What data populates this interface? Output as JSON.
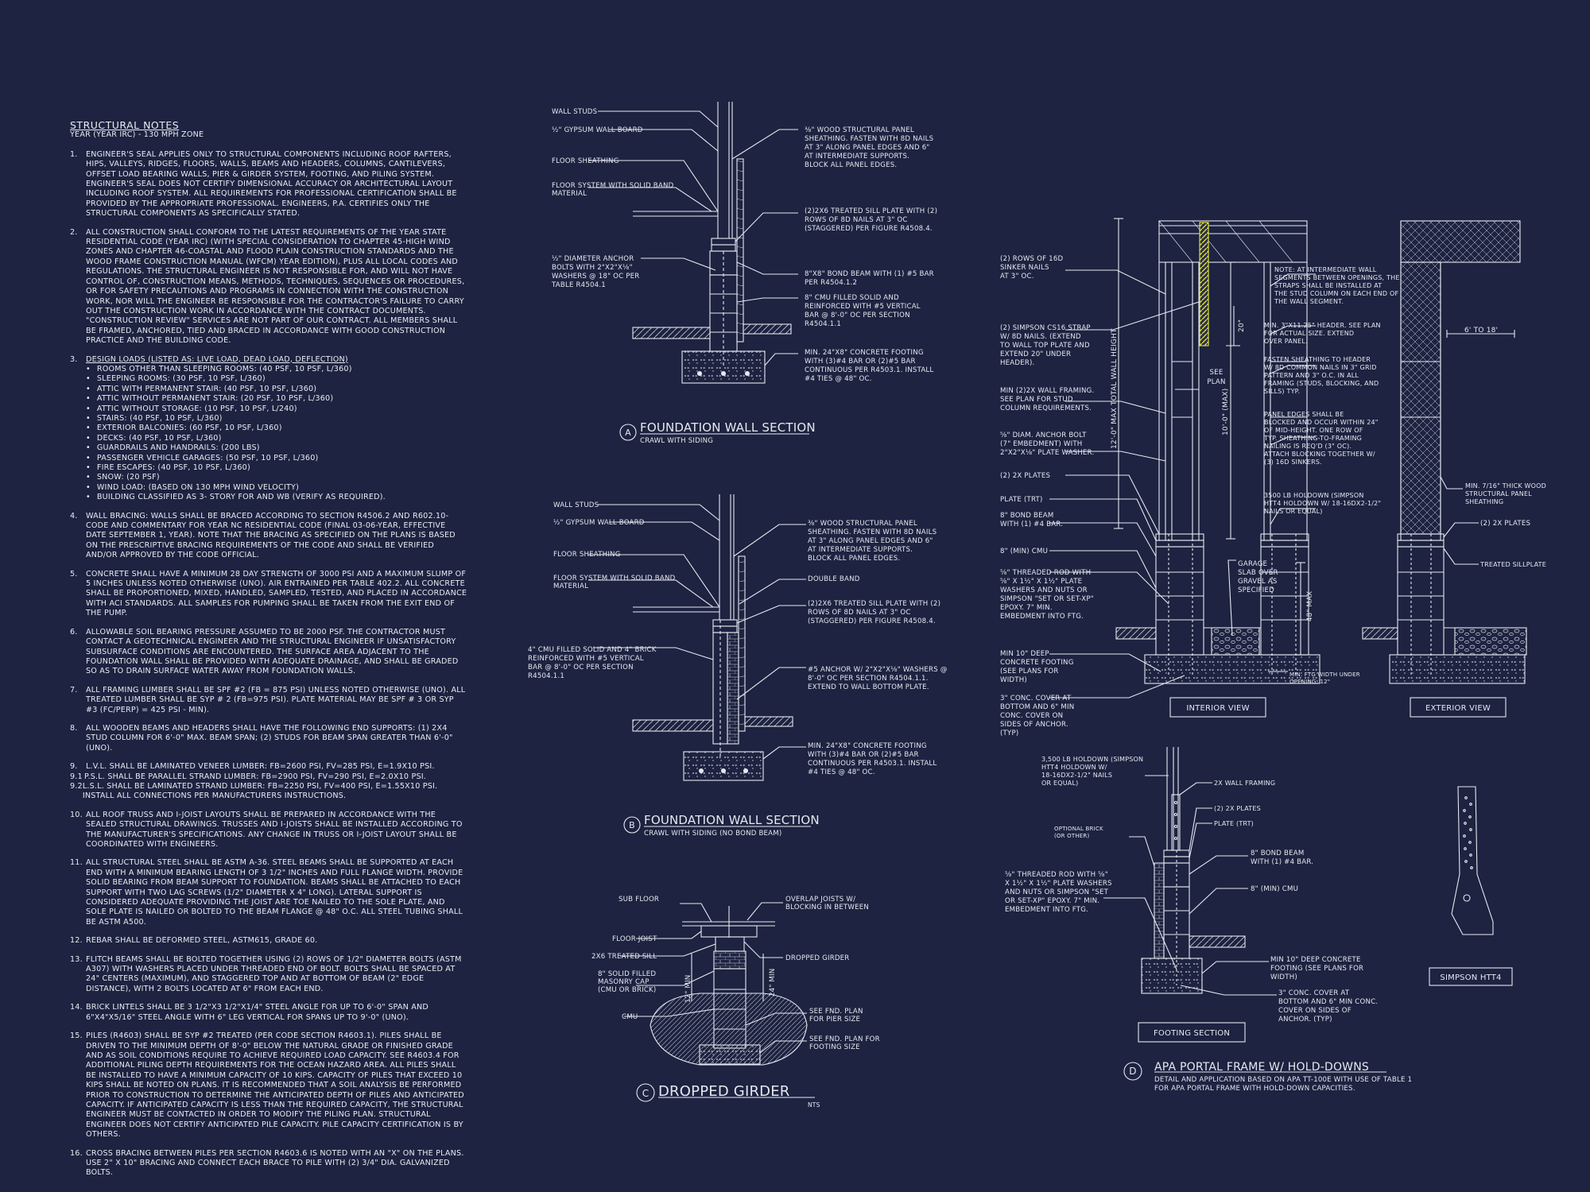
{
  "notes": {
    "title": "STRUCTURAL NOTES",
    "subtitle": "YEAR (YEAR IRC) - 130 mph ZONE",
    "items": [
      {
        "num": "1.",
        "text": "ENGINEER'S SEAL APPLIES ONLY TO STRUCTURAL COMPONENTS INCLUDING ROOF RAFTERS, HIPS, VALLEYS, RIDGES, FLOORS, WALLS, BEAMS AND HEADERS, COLUMNS, CANTILEVERS, OFFSET LOAD BEARING WALLS, PIER & GIRDER SYSTEM, FOOTING, AND PILING SYSTEM. ENGINEER'S SEAL DOES NOT CERTIFY DIMENSIONAL ACCURACY OR ARCHITECTURAL LAYOUT INCLUDING ROOF SYSTEM. ALL REQUIREMENTS FOR PROFESSIONAL CERTIFICATION SHALL BE PROVIDED BY THE APPROPRIATE PROFESSIONAL. ENGINEERS, P.A. CERTIFIES ONLY THE STRUCTURAL COMPONENTS AS SPECIFICALLY STATED."
      },
      {
        "num": "2.",
        "text": "ALL CONSTRUCTION SHALL CONFORM TO THE LATEST REQUIREMENTS OF THE YEAR STATE RESIDENTIAL CODE (YEAR IRC) (WITH SPECIAL CONSIDERATION TO CHAPTER 45-HIGH WIND ZONES AND CHAPTER 46-COASTAL AND FLOOD PLAIN CONSTRUCTION STANDARDS AND THE WOOD FRAME CONSTRUCTION MANUAL (WFCM) YEAR EDITION), PLUS ALL LOCAL CODES AND REGULATIONS. THE STRUCTURAL ENGINEER IS NOT RESPONSIBLE FOR, AND WILL NOT HAVE CONTROL OF, CONSTRUCTION MEANS, METHODS, TECHNIQUES, SEQUENCES OR PROCEDURES, OR FOR SAFETY PRECAUTIONS AND PROGRAMS IN CONNECTION WITH THE CONSTRUCTION WORK, NOR WILL THE ENGINEER BE RESPONSIBLE FOR THE CONTRACTOR'S FAILURE TO CARRY OUT THE CONSTRUCTION WORK IN ACCORDANCE WITH THE CONTRACT DOCUMENTS. \"CONSTRUCTION REVIEW\" SERVICES ARE NOT PART OF OUR CONTRACT. ALL MEMBERS SHALL BE FRAMED, ANCHORED, TIED AND BRACED IN ACCORDANCE WITH GOOD CONSTRUCTION PRACTICE AND THE BUILDING CODE."
      },
      {
        "num": "3.",
        "heading": "DESIGN LOADS (LISTED AS: LIVE LOAD, DEAD LOAD, DEFLECTION)",
        "bullets": [
          "ROOMS OTHER THAN SLEEPING ROOMS: (40 PSF, 10 PSF, L/360)",
          "SLEEPING ROOMS: (30 PSF, 10 PSF, L/360)",
          "ATTIC WITH PERMANENT STAIR: (40 PSF, 10 PSF, L/360)",
          "ATTIC WITHOUT PERMANENT STAIR: (20 PSF, 10 PSF, L/360)",
          "ATTIC WITHOUT STORAGE: (10 PSF, 10 PSF, L/240)",
          "STAIRS: (40 PSF, 10 PSF, L/360)",
          "EXTERIOR BALCONIES: (60 PSF, 10 PSF, L/360)",
          "DECKS: (40 PSF, 10 PSF, L/360)",
          "GUARDRAILS AND HANDRAILS: (200 LBS)",
          "PASSENGER VEHICLE GARAGES: (50 PSF, 10 PSF, L/360)",
          "FIRE ESCAPES: (40 PSF, 10 PSF, L/360)",
          "SNOW: (20 PSF)",
          "WIND LOAD: (BASED ON 130 MPH WIND VELOCITY)",
          "BUILDING CLASSIFIED AS 3- STORY FOR AND WB (VERIFY AS REQUIRED)."
        ]
      },
      {
        "num": "4.",
        "text": "WALL BRACING: WALLS SHALL BE BRACED ACCORDING TO SECTION R4506.2 AND R602.10- CODE AND COMMENTARY FOR YEAR NC RESIDENTIAL CODE (FINAL 03-06-YEAR, EFFECTIVE DATE SEPTEMBER 1, YEAR). NOTE THAT THE BRACING AS SPECIFIED ON THE PLANS IS BASED ON THE PRESCRIPTIVE BRACING REQUIREMENTS OF THE CODE AND SHALL BE VERIFIED AND/OR APPROVED BY THE CODE OFFICIAL."
      },
      {
        "num": "5.",
        "text": "CONCRETE SHALL HAVE A MINIMUM 28 DAY STRENGTH OF 3000 PSI AND A MAXIMUM SLUMP OF 5 INCHES UNLESS NOTED OTHERWISE (UNO). AIR ENTRAINED PER TABLE 402.2. ALL CONCRETE SHALL BE PROPORTIONED, MIXED, HANDLED, SAMPLED, TESTED, AND PLACED IN ACCORDANCE WITH ACI STANDARDS. ALL SAMPLES FOR PUMPING SHALL BE TAKEN FROM THE EXIT END OF THE PUMP."
      },
      {
        "num": "6.",
        "text": "ALLOWABLE SOIL BEARING PRESSURE ASSUMED TO BE 2000 PSF. THE CONTRACTOR MUST CONTACT A GEOTECHNICAL ENGINEER AND THE STRUCTURAL ENGINEER IF UNSATISFACTORY SUBSURFACE CONDITIONS ARE ENCOUNTERED. THE SURFACE AREA ADJACENT TO THE FOUNDATION WALL SHALL BE PROVIDED WITH ADEQUATE DRAINAGE, AND SHALL BE GRADED SO AS TO DRAIN SURFACE WATER AWAY FROM FOUNDATION WALLS."
      },
      {
        "num": "7.",
        "text": "ALL FRAMING LUMBER SHALL BE SPF #2 (Fb = 875 PSI) UNLESS NOTED OTHERWISE (UNO). ALL TREATED LUMBER SHALL BE SYP # 2 (Fb=975 PSI). PLATE MATERIAL MAY BE SPF # 3 OR SYP #3 (Fc/perp) = 425 PSI - MIN)."
      },
      {
        "num": "8.",
        "text": "ALL WOODEN BEAMS AND HEADERS SHALL HAVE THE FOLLOWING END SUPPORTS: (1) 2x4 STUD COLUMN FOR 6'-0\" MAX. BEAM SPAN; (2) STUDS FOR BEAM SPAN GREATER THAN 6'-0\" (UNO)."
      },
      {
        "num": "9.",
        "text": "L.V.L. SHALL BE LAMINATED VENEER LUMBER: Fb=2600 PSI, Fv=285 PSI, E=1.9x10 PSI.",
        "subs": [
          {
            "num": "9.1",
            "text": "P.S.L. SHALL BE PARALLEL STRAND LUMBER: Fb=2900 PSI, Fv=290 PSI, E=2.0x10 PSI."
          },
          {
            "num": "9.2",
            "text": "L.S.L. SHALL BE LAMINATED STRAND LUMBER: Fb=2250 PSI, Fv=400 PSI, E=1.55x10 PSI. INSTALL ALL CONNECTIONS PER MANUFACTURERS INSTRUCTIONS."
          }
        ]
      },
      {
        "num": "10.",
        "text": "ALL ROOF TRUSS AND I-JOIST LAYOUTS SHALL BE PREPARED IN ACCORDANCE WITH THE SEALED STRUCTURAL DRAWINGS. TRUSSES AND I-JOISTS SHALL BE INSTALLED ACCORDING TO THE MANUFACTURER'S SPECIFICATIONS. ANY CHANGE IN TRUSS OR I-JOIST LAYOUT SHALL BE COORDINATED WITH ENGINEERS."
      },
      {
        "num": "11.",
        "text": "ALL STRUCTURAL STEEL SHALL BE ASTM A-36. STEEL BEAMS SHALL BE SUPPORTED AT EACH END WITH A MINIMUM BEARING LENGTH OF 3 1/2\" INCHES AND FULL FLANGE WIDTH. PROVIDE SOLID BEARING FROM BEAM SUPPORT TO FOUNDATION. BEAMS SHALL BE ATTACHED TO EACH SUPPORT WITH TWO LAG SCREWS (1/2\" DIAMETER x 4\" LONG). LATERAL SUPPORT IS CONSIDERED ADEQUATE PROVIDING THE JOIST ARE TOE NAILED TO THE SOLE PLATE, AND SOLE PLATE IS NAILED OR BOLTED TO THE BEAM FLANGE @ 48\" O.C. ALL STEEL TUBING SHALL BE ASTM A500."
      },
      {
        "num": "12.",
        "text": "REBAR SHALL BE DEFORMED STEEL, ASTM615, GRADE 60."
      },
      {
        "num": "13.",
        "text": "FLITCH BEAMS SHALL BE BOLTED TOGETHER USING (2) ROWS OF 1/2\" DIAMETER BOLTS (ASTM A307) WITH WASHERS PLACED UNDER THREADED END OF BOLT. BOLTS SHALL BE SPACED AT 24\" CENTERS (MAXIMUM), AND STAGGERED TOP AND AT BOTTOM OF BEAM (2\" EDGE DISTANCE), WITH 2 BOLTS LOCATED AT 6\" FROM EACH END."
      },
      {
        "num": "14.",
        "text": "BRICK LINTELS SHALL BE 3 1/2\"x3 1/2\"x1/4\" STEEL ANGLE FOR UP TO 6'-0\" SPAN AND 6\"x4\"x5/16\" STEEL ANGLE WITH 6\" LEG VERTICAL FOR SPANS UP TO 9'-0\" (UNO)."
      },
      {
        "num": "15.",
        "text": "PILES (R4603) SHALL BE SYP #2 TREATED (PER CODE SECTION R4603.1). PILES SHALL BE DRIVEN TO THE MINIMUM DEPTH OF 8'-0\" BELOW THE NATURAL GRADE OR FINISHED GRADE AND AS SOIL CONDITIONS REQUIRE TO ACHIEVE REQUIRED LOAD CAPACITY. SEE R4603.4 FOR ADDITIONAL PILING DEPTH REQUIREMENTS FOR THE OCEAN HAZARD AREA. ALL PILES SHALL BE INSTALLED TO HAVE A MINIMUM CAPACITY OF 10 KIPS. CAPACITY OF PILES THAT EXCEED 10 KIPS SHALL BE NOTED ON PLANS. IT IS RECOMMENDED THAT A SOIL ANALYSIS BE PERFORMED PRIOR TO CONSTRUCTION TO DETERMINE THE ANTICIPATED DEPTH OF PILES AND ANTICIPATED CAPACITY. IF ANTICIPATED CAPACITY IS LESS THAN THE REQUIRED CAPACITY, THE STRUCTURAL ENGINEER MUST BE CONTACTED IN ORDER TO MODIFY THE PILING PLAN. STRUCTURAL ENGINEER DOES NOT CERTIFY ANTICIPATED PILE CAPACITY. PILE CAPACITY CERTIFICATION IS BY OTHERS."
      },
      {
        "num": "16.",
        "text": "CROSS BRACING BETWEEN PILES PER SECTION R4603.6 IS NOTED WITH AN \"X\" ON THE PLANS. USE 2\" x 10\" BRACING AND CONNECT EACH BRACE TO PILE WITH (2) 3/4\" DIA. GALVANIZED BOLTS."
      }
    ]
  },
  "detail_a": {
    "marker": "A",
    "title": "FOUNDATION WALL SECTION",
    "subtitle": "CRAWL WITH SIDING",
    "labels": {
      "wall_studs": "WALL STUDS",
      "gypsum": "½\" GYPSUM WALL BOARD",
      "floor_sheathing": "FLOOR SHEATHING",
      "floor_system_1": "FLOOR SYSTEM WITH SOLID BAND",
      "floor_system_2": "MATERIAL",
      "anchor_1": "½\" DIAMETER ANCHOR",
      "anchor_2": "BOLTS WITH 2\"x2\"x⅛\"",
      "anchor_3": "WASHERS @ 18\" OC PER",
      "anchor_4": "TABLE R4504.1",
      "panel_1": "⅜\" WOOD STRUCTURAL PANEL",
      "panel_2": "SHEATHING. FASTEN WITH 8d NAILS",
      "panel_3": "AT 3\" ALONG PANEL EDGES AND 6\"",
      "panel_4": "AT INTERMEDIATE SUPPORTS.",
      "panel_5": "BLOCK ALL PANEL EDGES.",
      "sill_1": "(2)2x6 TREATED SILL PLATE WITH (2)",
      "sill_2": "ROWS OF 8d NAILS AT 3\" OC",
      "sill_3": "(STAGGERED) PER FIGURE R4508.4.",
      "beam_1": "8\"x8\" BOND BEAM WITH (1) #5 BAR",
      "beam_2": "PER R4504.1.2",
      "cmu_1": "8\" CMU FILLED SOLID AND",
      "cmu_2": "REINFORCED WITH #5 VERTICAL",
      "cmu_3": "BAR @ 8'-0\" OC PER SECTION",
      "cmu_4": "R4504.1.1",
      "ftg_1": "MIN. 24\"x8\" CONCRETE FOOTING",
      "ftg_2": "WITH (3)#4 BAR OR (2)#5 BAR",
      "ftg_3": "CONTINUOUS PER R4503.1. INSTALL",
      "ftg_4": "#4 TIES @ 48\" OC."
    }
  },
  "detail_b": {
    "marker": "B",
    "title": "FOUNDATION WALL SECTION",
    "subtitle": "CRAWL WITH SIDING (NO BOND BEAM)",
    "labels": {
      "wall_studs": "WALL STUDS",
      "gypsum": "½\" GYPSUM WALL BOARD",
      "floor_sheathing": "FLOOR SHEATHING",
      "floor_system_1": "FLOOR SYSTEM WITH SOLID BAND",
      "floor_system_2": "MATERIAL",
      "brick_1": "4\" CMU FILLED SOLID AND 4\" BRICK",
      "brick_2": "REINFORCED WITH #5 VERTICAL",
      "brick_3": "BAR @ 8'-0\" OC PER SECTION",
      "brick_4": "R4504.1.1",
      "panel_1": "⅜\" WOOD STRUCTURAL PANEL",
      "panel_2": "SHEATHING. FASTEN WITH 8d NAILS",
      "panel_3": "AT 3\" ALONG PANEL EDGES AND 6\"",
      "panel_4": "AT INTERMEDIATE SUPPORTS.",
      "panel_5": "BLOCK ALL PANEL EDGES.",
      "double_band": "DOUBLE BAND",
      "sill_1": "(2)2x6 TREATED SILL PLATE WITH (2)",
      "sill_2": "ROWS OF 8d NAILS AT 3\" OC",
      "sill_3": "(STAGGERED) PER FIGURE R4508.4.",
      "anchor_1": "#5 ANCHOR W/ 2\"x2\"x⅛\" WASHERS @",
      "anchor_2": "8'-0\" OC PER SECTION R4504.1.1.",
      "anchor_3": "EXTEND TO WALL BOTTOM PLATE.",
      "ftg_1": "MIN. 24\"x8\" CONCRETE FOOTING",
      "ftg_2": "WITH (3)#4 BAR OR (2)#5 BAR",
      "ftg_3": "CONTINUOUS PER R4503.1. INSTALL",
      "ftg_4": "#4 TIES @ 48\" OC."
    }
  },
  "detail_c": {
    "marker": "C",
    "title": "DROPPED GIRDER",
    "scale": "NTS",
    "labels": {
      "sub_floor": "SUB FLOOR",
      "overlap_1": "OVERLAP JOISTS W/",
      "overlap_2": "BLOCKING IN BETWEEN",
      "floor_joist": "FLOOR JOIST",
      "treated_sill": "2x6 TREATED SILL",
      "dropped_girder": "DROPPED GIRDER",
      "solid_1": "8\" SOLID FILLED",
      "solid_2": "MASONRY CAP",
      "solid_3": "(CMU OR BRICK)",
      "cmu": "CMU",
      "dim_12": "12\" MIN",
      "dim_24": "24\" MIN",
      "pier_1": "SEE FND. PLAN",
      "pier_2": "FOR PIER SIZE",
      "footing_1": "SEE FND. PLAN FOR",
      "footing_2": "FOOTING SIZE"
    }
  },
  "detail_d": {
    "marker": "D",
    "title": "APA PORTAL FRAME W/ HOLD-DOWNS",
    "desc_1": "DETAIL AND APPLICATION BASED ON APA TT-100E WITH USE OF TABLE 1",
    "desc_2": "FOR APA PORTAL FRAME WITH HOLD-DOWN CAPACITIES.",
    "interior_view": "INTERIOR VIEW",
    "exterior_view": "EXTERIOR VIEW",
    "footing_section": "FOOTING SECTION",
    "simpson_label": "SIMPSON HTT4",
    "left_labels": {
      "sinker_1": "(2) ROWS OF 16d",
      "sinker_2": "SINKER NAILS",
      "sinker_3": "AT 3\" OC.",
      "strap_1": "(2) SIMPSON CS16 STRAP",
      "strap_2": "W/ 8d NAILS. (EXTEND",
      "strap_3": "TO WALL TOP PLATE AND",
      "strap_4": "EXTEND 20\" UNDER",
      "strap_5": "HEADER).",
      "framing_1": "MIN (2)2X WALL FRAMING.",
      "framing_2": "SEE PLAN FOR STUD",
      "framing_3": "COLUMN REQUIREMENTS.",
      "bolt_1": "⅝\" DIAM. ANCHOR BOLT",
      "bolt_2": "(7\" EMBEDMENT) WITH",
      "bolt_3": "2\"x2\"x⅛\" PLATE WASHER.",
      "plates": "(2) 2x PLATES",
      "plate_trt": "PLATE (TRT)",
      "bond_1": "8\" BOND BEAM",
      "bond_2": "WITH (1) #4 BAR.",
      "cmu": "8\" (MIN) CMU",
      "rod_1": "⅝\" THREADED ROD WITH",
      "rod_2": "⅝\" x 1½\" x 1½\" PLATE",
      "rod_3": "WASHERS AND NUTS OR",
      "rod_4": "SIMPSON \"SET OR SET-XP\"",
      "rod_5": "EPOXY. 7\" MIN.",
      "rod_6": "EMBEDMENT INTO FTG.",
      "deep_1": "MIN 10\" DEEP",
      "deep_2": "CONCRETE FOOTING",
      "deep_3": "(SEE PLANS FOR",
      "deep_4": "WIDTH)",
      "cover_1": "3\" CONC. COVER AT",
      "cover_2": "BOTTOM AND 6\" MIN",
      "cover_3": "CONC. COVER ON",
      "cover_4": "SIDES OF ANCHOR.",
      "cover_5": "(TYP)"
    },
    "right_labels": {
      "note_1": "NOTE: AT INTERMEDIATE WALL",
      "note_2": "SEGMENTS BETWEEN OPENINGS, THE",
      "note_3": "STRAPS SHALL BE INSTALLED AT",
      "note_4": "THE STUD COLUMN ON EACH END OF",
      "note_5": "THE WALL SEGMENT.",
      "header_1": "MIN. 3\"x11.25\" HEADER. SEE PLAN",
      "header_2": "FOR ACTUAL SIZE. EXTEND",
      "header_3": "OVER PANEL.",
      "fasten_1": "FASTEN SHEATHING TO HEADER",
      "fasten_2": "W/ 8d COMMON NAILS IN 3\" GRID",
      "fasten_3": "PATTERN AND 3\" O.C. IN ALL",
      "fasten_4": "FRAMING (STUDS, BLOCKING, AND",
      "fasten_5": "SILLS) TYP.",
      "panel_1": "PANEL EDGES SHALL BE",
      "panel_2": "BLOCKED AND OCCUR WITHIN 24\"",
      "panel_3": "OF MID-HEIGHT. ONE ROW OF",
      "panel_4": "TYP. SHEATHING-TO-FRAMING",
      "panel_5": "NAILING IS REQ'D (3\" OC).",
      "panel_6": "ATTACH BLOCKING TOGETHER W/",
      "panel_7": "(3) 16d SINKERS.",
      "hold_1": "3500 LB HOLDOWN (SIMPSON",
      "hold_2": "HTT4 HOLDOWN W/ 18-16dx2-1/2\"",
      "hold_3": "NAILS OR EQUAL)",
      "garage_1": "GARAGE",
      "garage_2": "SLAB OVER",
      "garage_3": "GRAVEL AS",
      "garage_4": "SPECIFIED",
      "dim_48": "48\" MAX",
      "min_ftg_1": "MIN. FTG WIDTH UNDER",
      "min_ftg_2": "OPENING: 12\"",
      "dim_20": "20\"",
      "see_1": "SEE",
      "see_2": "PLAN",
      "dim_10": "10'-0\" (MAX)",
      "dim_12": "12'-0\" MAX TOTAL WALL HEIGHT",
      "dim_6_18": "6' TO 18'",
      "thick_1": "MIN. 7/16\" THICK WOOD",
      "thick_2": "STRUCTURAL PANEL",
      "thick_3": "SHEATHING",
      "plates2": "(2) 2x PLATES",
      "treated": "TREATED SILLPLATE"
    },
    "footing_labels": {
      "hold_1": "3,500 LB HOLDOWN (SIMPSON",
      "hold_2": "HTT4 HOLDOWN W/",
      "hold_3": "18-16dx2-1/2\" NAILS",
      "hold_4": "OR EQUAL)",
      "framing": "2X WALL FRAMING",
      "plates": "(2) 2x PLATES",
      "plate_trt": "PLATE (TRT)",
      "brick_1": "OPTIONAL BRICK",
      "brick_2": "(OR OTHER)",
      "bond_1": "8\" BOND BEAM",
      "bond_2": "WITH (1) #4 BAR.",
      "cmu": "8\" (MIN) CMU",
      "rod_1": "⅝\" THREADED ROD WITH ⅝\"",
      "rod_2": "x 1½\" x 1½\" PLATE WASHERS",
      "rod_3": "AND NUTS OR SIMPSON \"SET",
      "rod_4": "OR SET-XP\" EPOXY. 7\" MIN.",
      "rod_5": "EMBEDMENT INTO FTG.",
      "deep_1": "MIN 10\" DEEP CONCRETE",
      "deep_2": "FOOTING (SEE PLANS FOR",
      "deep_3": "WIDTH)",
      "cover_1": "3\" CONC. COVER AT",
      "cover_2": "BOTTOM AND 6\" MIN CONC.",
      "cover_3": "COVER ON SIDES OF",
      "cover_4": "ANCHOR. (TYP)"
    }
  },
  "colors": {
    "background": "#1d2340",
    "line": "#e6e8f0",
    "strap_highlight": "#e8e83a"
  }
}
